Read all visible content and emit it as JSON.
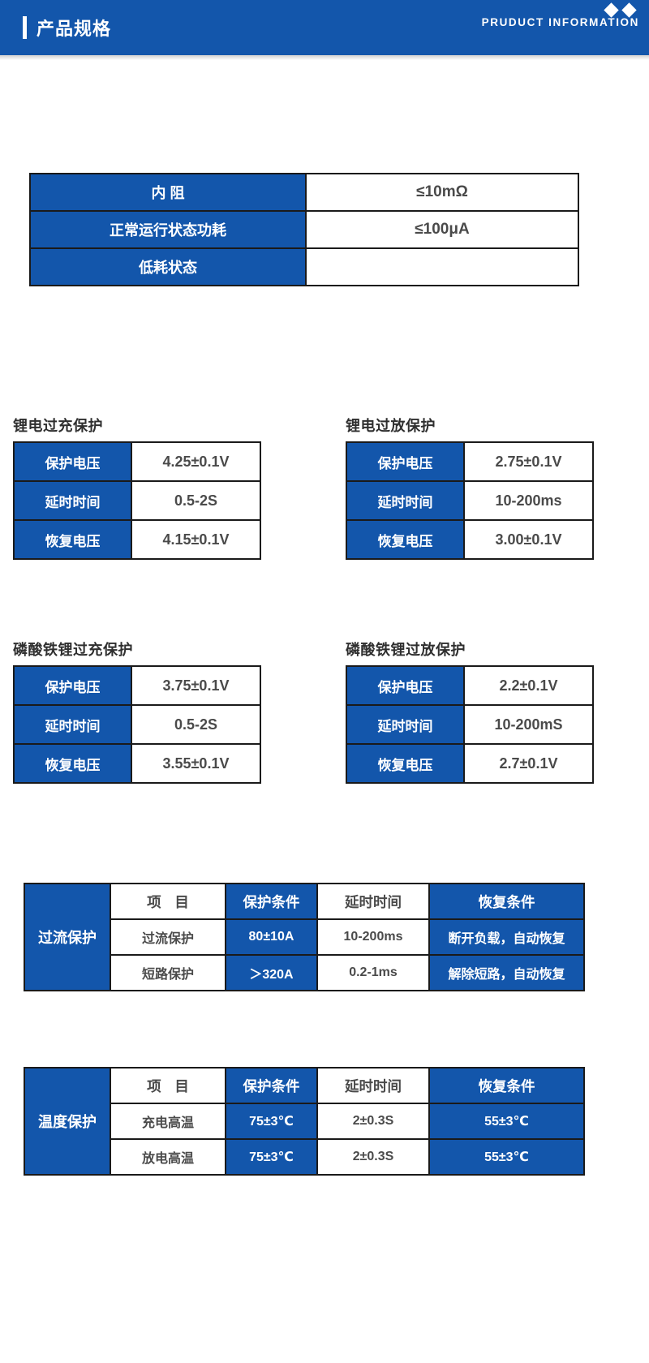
{
  "header": {
    "title": "产品规格",
    "subtitle": "PRUDUCT INFORMATION",
    "accent_color": "#1356ab",
    "diamond_icon_count": 2
  },
  "spec_table": {
    "rows": [
      {
        "label": "内  阻",
        "value": "≤10mΩ"
      },
      {
        "label": "正常运行状态功耗",
        "value": "≤100μA"
      },
      {
        "label": "低耗状态",
        "value": ""
      }
    ]
  },
  "mini_tables": [
    {
      "title": "锂电过充保护",
      "rows": [
        {
          "label": "保护电压",
          "value": "4.25±0.1V"
        },
        {
          "label": "延时时间",
          "value": "0.5-2S"
        },
        {
          "label": "恢复电压",
          "value": "4.15±0.1V"
        }
      ]
    },
    {
      "title": "锂电过放保护",
      "rows": [
        {
          "label": "保护电压",
          "value": "2.75±0.1V"
        },
        {
          "label": "延时时间",
          "value": "10-200ms"
        },
        {
          "label": "恢复电压",
          "value": "3.00±0.1V"
        }
      ]
    },
    {
      "title": "磷酸铁锂过充保护",
      "rows": [
        {
          "label": "保护电压",
          "value": "3.75±0.1V"
        },
        {
          "label": "延时时间",
          "value": "0.5-2S"
        },
        {
          "label": "恢复电压",
          "value": "3.55±0.1V"
        }
      ]
    },
    {
      "title": "磷酸铁锂过放保护",
      "rows": [
        {
          "label": "保护电压",
          "value": "2.2±0.1V"
        },
        {
          "label": "延时时间",
          "value": "10-200mS"
        },
        {
          "label": "恢复电压",
          "value": "2.7±0.1V"
        }
      ]
    }
  ],
  "wide_tables": [
    {
      "category": "过流保护",
      "headers": [
        "项  目",
        "保护条件",
        "延时时间",
        "恢复条件"
      ],
      "rows": [
        {
          "item": "过流保护",
          "condition": "80±10A",
          "delay": "10-200ms",
          "recovery": "断开负载，自动恢复"
        },
        {
          "item": "短路保护",
          "condition": "＞320A",
          "delay": "0.2-1ms",
          "recovery": "解除短路，自动恢复"
        }
      ]
    },
    {
      "category": "温度保护",
      "headers": [
        "项  目",
        "保护条件",
        "延时时间",
        "恢复条件"
      ],
      "rows": [
        {
          "item": "充电高温",
          "condition": "75±3℃",
          "delay": "2±0.3S",
          "recovery": "55±3℃"
        },
        {
          "item": "放电高温",
          "condition": "75±3℃",
          "delay": "2±0.3S",
          "recovery": "55±3℃"
        }
      ]
    }
  ]
}
